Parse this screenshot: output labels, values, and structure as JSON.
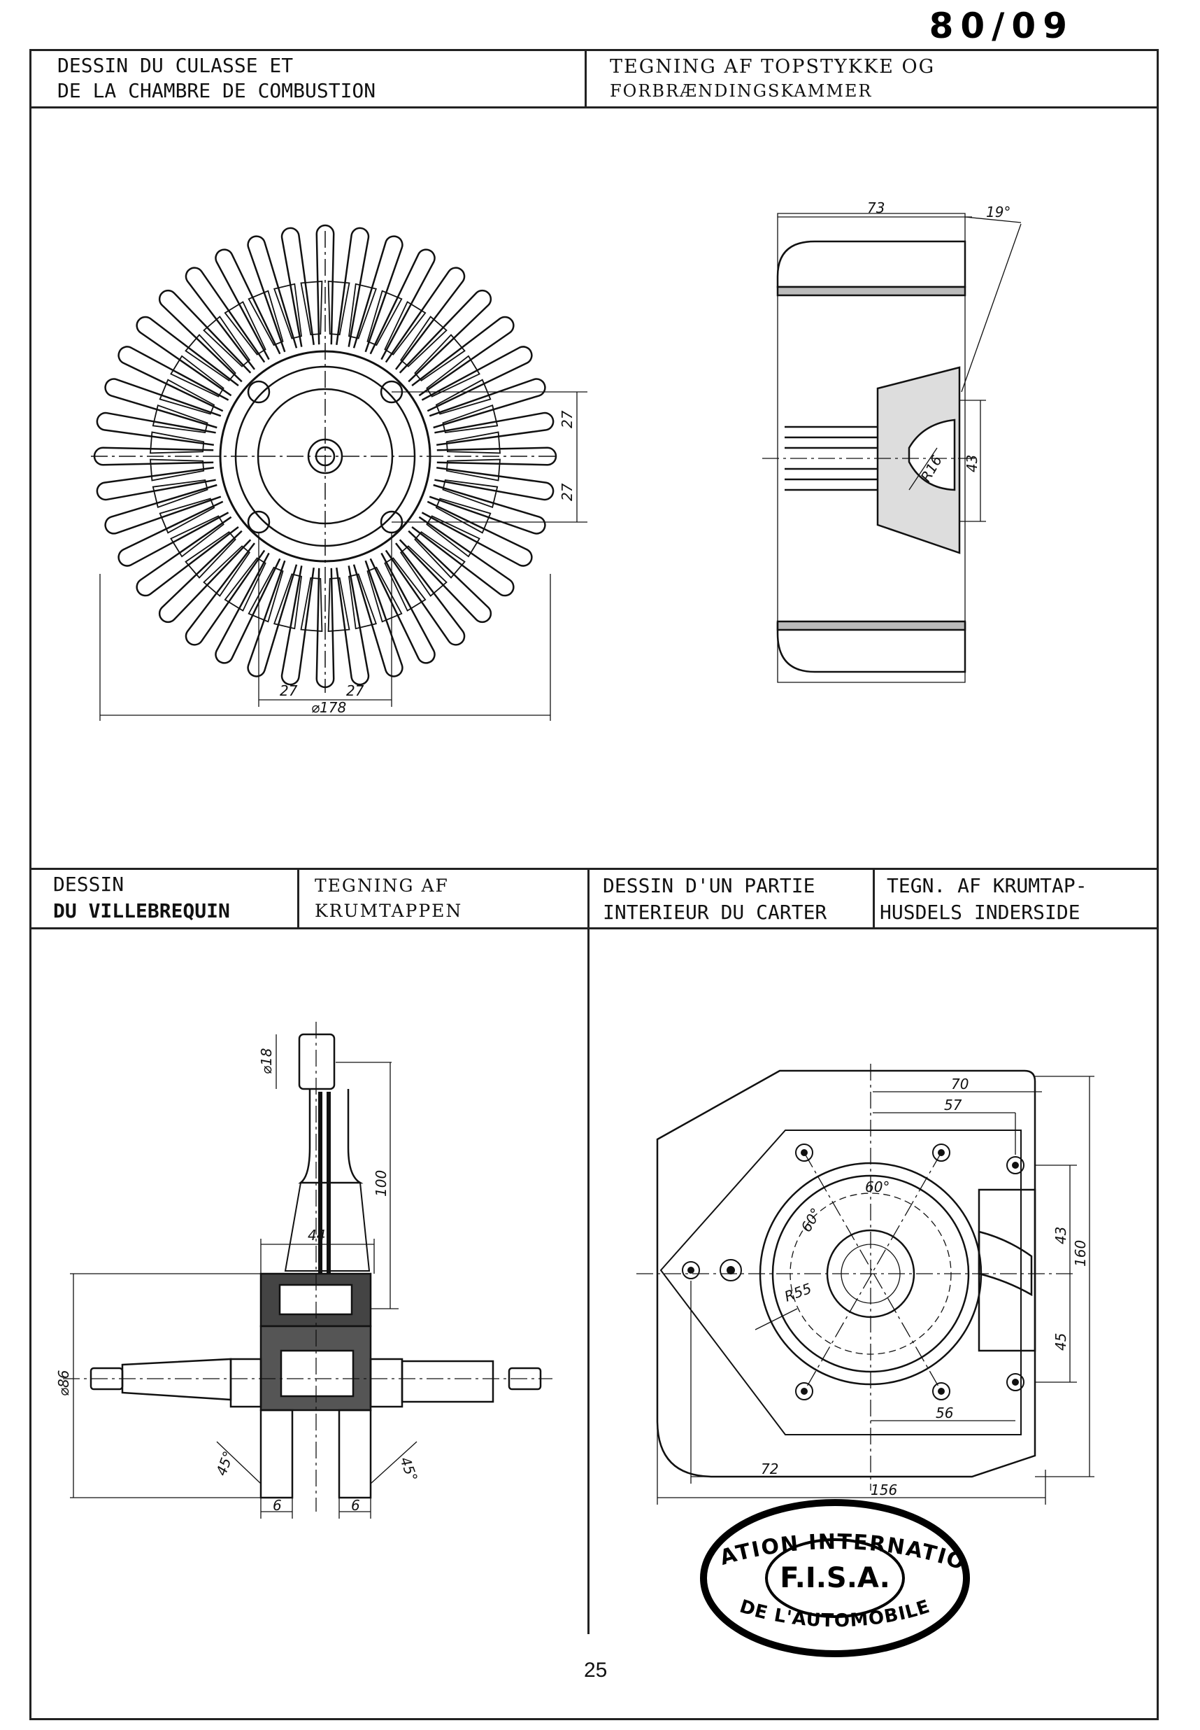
{
  "page_code": "80/09",
  "sections": {
    "top_left": {
      "line1": "DESSIN DU CULASSE ET",
      "line2": "DE LA CHAMBRE DE COMBUSTION"
    },
    "top_right": {
      "line1": "TEGNING AF TOPSTYKKE OG",
      "line2": "FORBRÆNDINGSKAMMER"
    },
    "mid_left_fr": {
      "line1": "DESSIN",
      "line2": "DU VILLEBREQUIN"
    },
    "mid_left_da": {
      "line1": "TEGNING AF",
      "line2": "KRUMTAPPEN"
    },
    "mid_right_fr": {
      "line1": "DESSIN D'UN PARTIE",
      "line2": "INTERIEUR DU CARTER"
    },
    "mid_right_da": {
      "line1": "TEGN. AF KRUMTAP-",
      "line2": "HUSDELS INDERSIDE"
    }
  },
  "dimensions": {
    "head_front": {
      "d27a": "27",
      "d27b": "27",
      "d27c": "27",
      "d27d": "27",
      "dia": "⌀178"
    },
    "head_side": {
      "width": "73",
      "angle": "19°",
      "r": "R16",
      "h": "43"
    },
    "crank": {
      "d18": "⌀18",
      "d100": "100",
      "d44": "44",
      "d86": "⌀86",
      "a45l": "45°",
      "a45r": "45°",
      "w6l": "6",
      "w6r": "6"
    },
    "carter": {
      "d70": "70",
      "d57": "57",
      "a60a": "60°",
      "a60b": "60°",
      "r55": "R55",
      "d43": "43",
      "d160": "160",
      "d45": "45",
      "d56": "56",
      "d72": "72",
      "d156": "156"
    }
  },
  "seal": {
    "outer_top": "FEDERATION INTERNATIONALE",
    "center": "F.I.S.A.",
    "outer_bottom": "DE L'AUTOMOBILE"
  },
  "footer_page": "25"
}
